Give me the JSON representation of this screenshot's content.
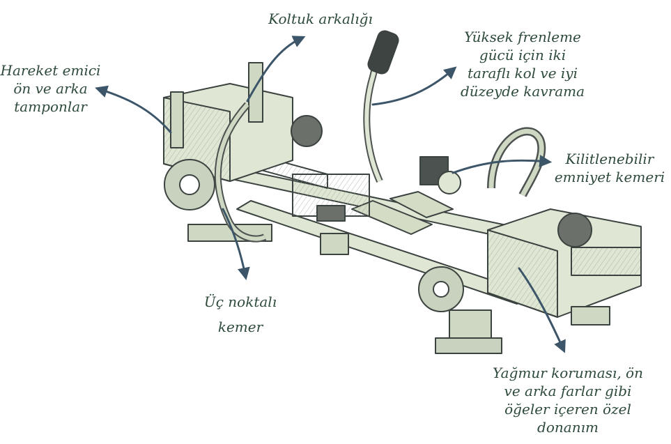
{
  "labels": {
    "seat_back": [
      "Koltuk arkalığı"
    ],
    "shock_absorbers": [
      "Hareket emici",
      "ön ve arka",
      "tamponlar"
    ],
    "brake_lever": [
      "Yüksek frenleme",
      "gücü için iki",
      "taraflı kol ve iyi",
      "düzeyde kavrama"
    ],
    "lockable_belt": [
      "Kilitlenebilir",
      "emniyet kemeri"
    ],
    "three_point_belt": [
      "Üç noktalı",
      "kemer"
    ],
    "special_equipment": [
      "Yağmur koruması, ön",
      "ve arka farlar gibi",
      "öğeler içeren özel",
      "donanım"
    ]
  },
  "colors": {
    "label_text": "#2e4a3b",
    "arrow": "#3c5568",
    "frame_fill": "#dfe6d3",
    "frame_stroke": "#3b4340"
  }
}
